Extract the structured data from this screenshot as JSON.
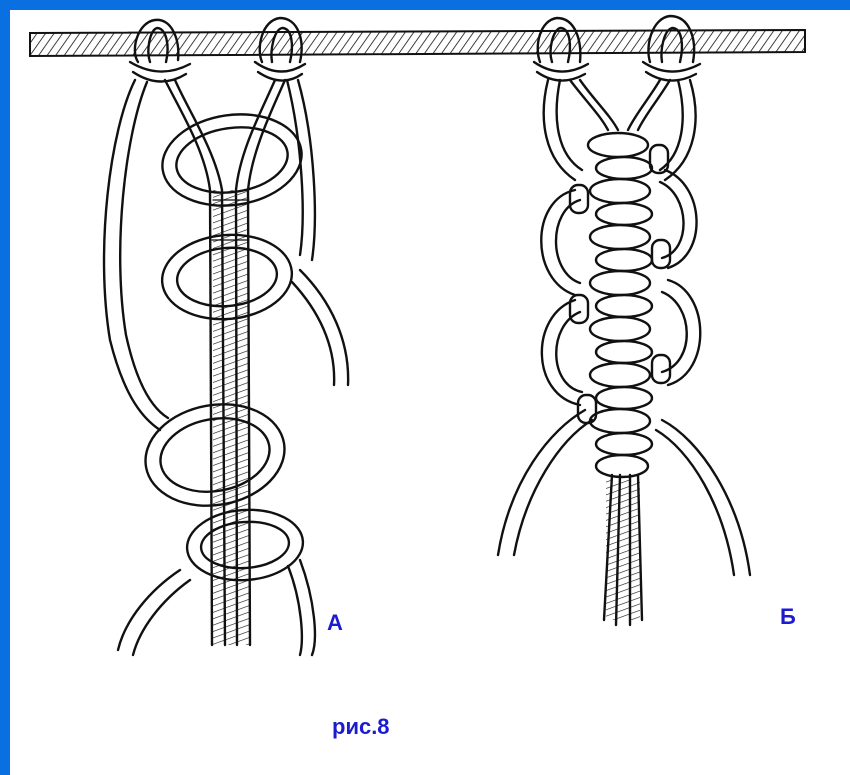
{
  "figure": {
    "caption": "рис.8",
    "labels": {
      "a": "А",
      "b": "Б"
    }
  },
  "colors": {
    "border": "#0a6fe0",
    "background": "#ffffff",
    "label_text": "#1b1bd0",
    "line": "#111111"
  }
}
